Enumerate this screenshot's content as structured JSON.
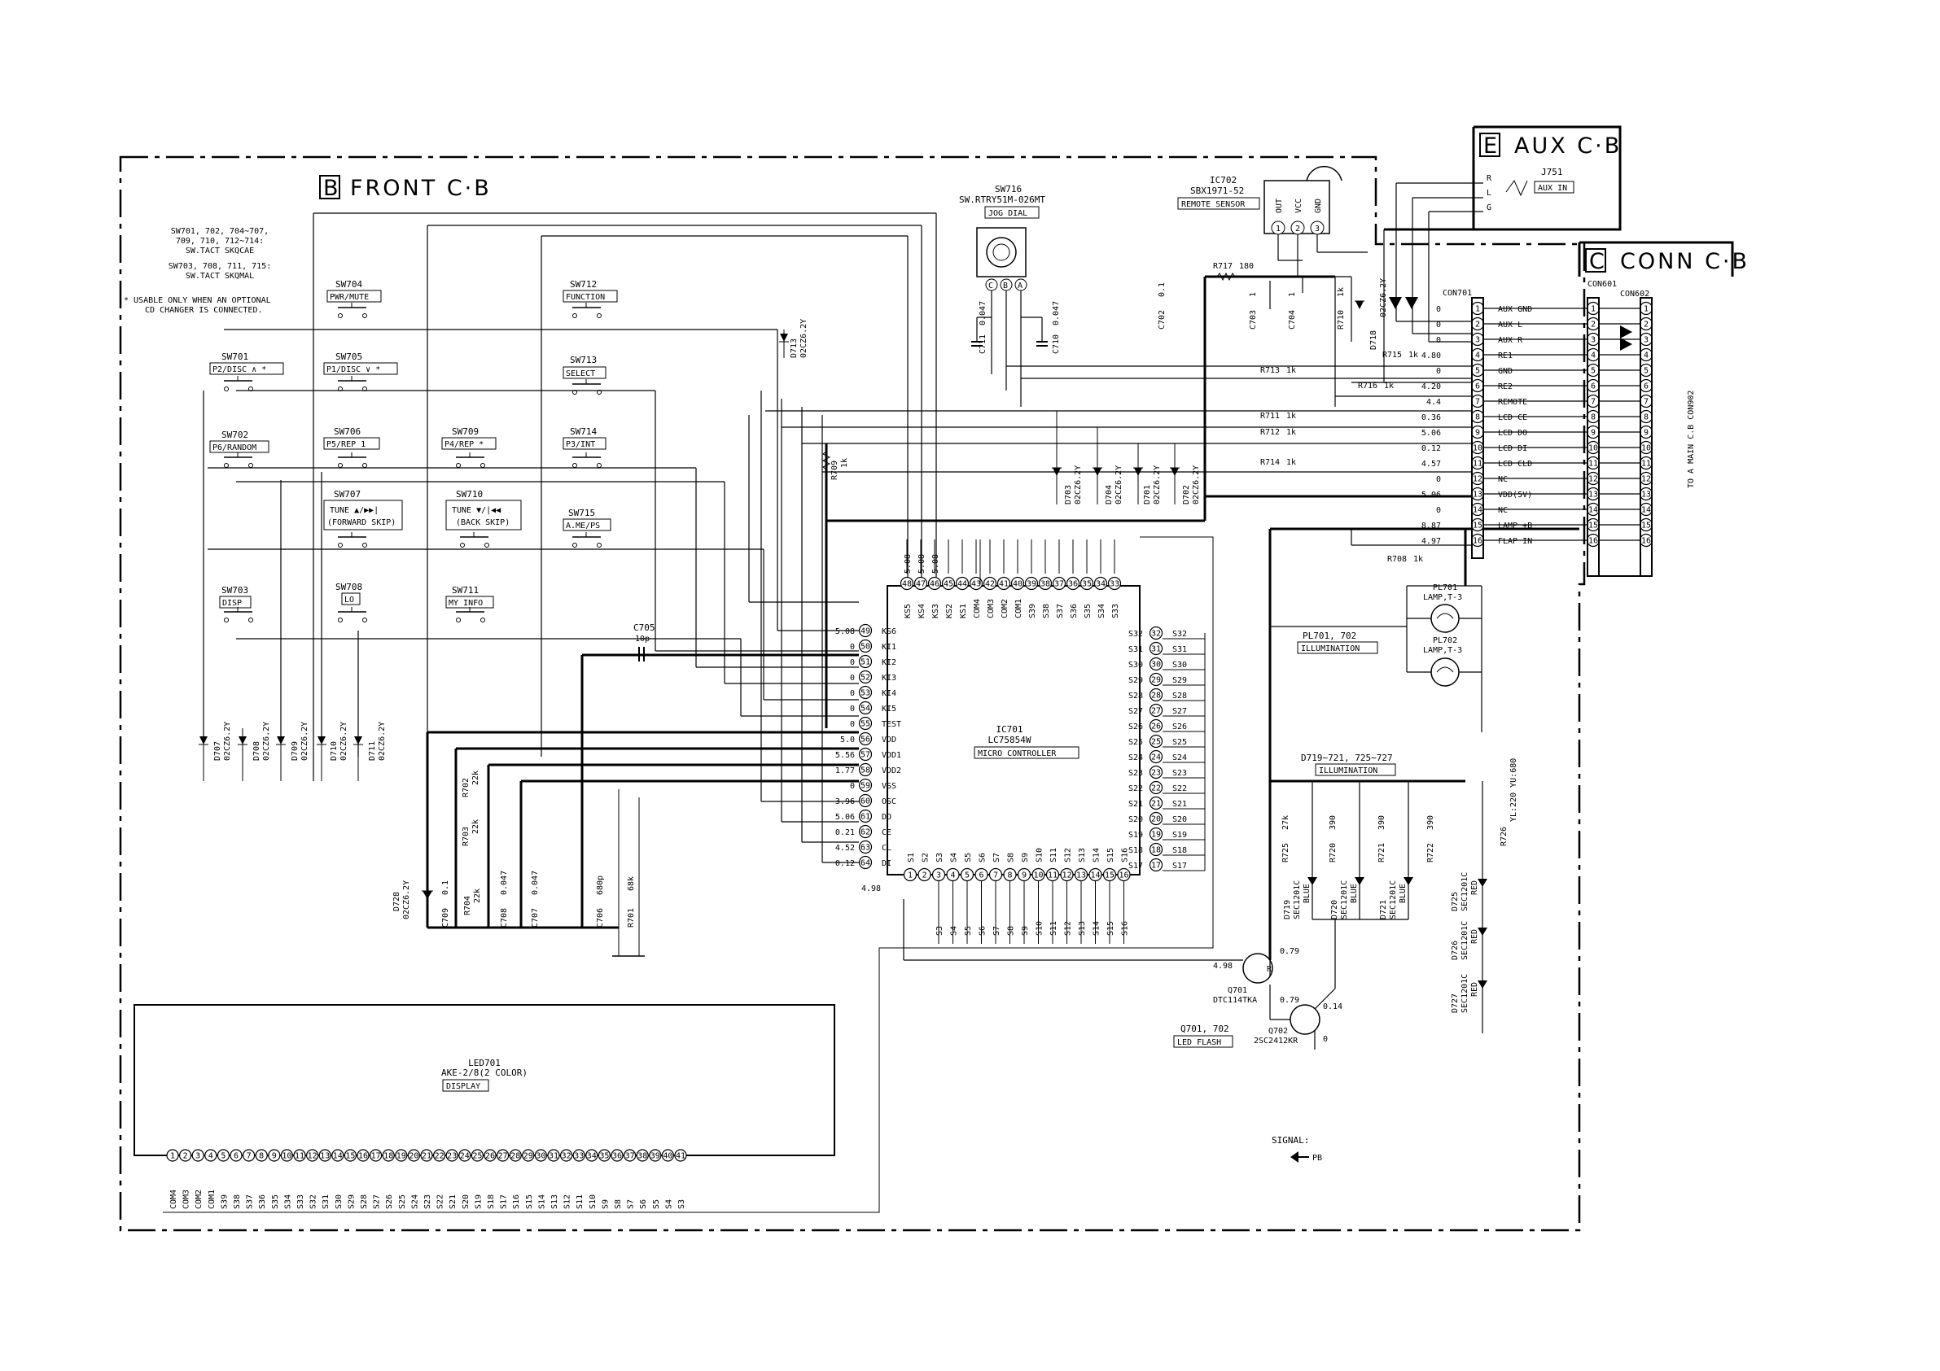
{
  "boards": {
    "front": {
      "letter": "B",
      "title": "FRONT C·B"
    },
    "aux": {
      "letter": "E",
      "title": "AUX C·B",
      "jack_ref": "J751",
      "jack_name": "AUX IN",
      "jack_pins": [
        "R",
        "L",
        "G"
      ]
    },
    "conn": {
      "letter": "C",
      "title": "CONN C·B",
      "con601": "CON601",
      "con602": "CON602",
      "to_label": "TO A MAIN C.B CON902"
    }
  },
  "notes": {
    "switch_note": [
      "SW701, 702, 704∼707,",
      "709, 710, 712∼714:",
      "SW.TACT SKQCAE",
      "SW703, 708, 711, 715:",
      "SW.TACT SKQMAL"
    ],
    "cd_note": [
      "* USABLE ONLY WHEN AN OPTIONAL",
      "CD CHANGER IS CONNECTED."
    ]
  },
  "switches": [
    {
      "ref": "SW704",
      "label": "PWR/MUTE"
    },
    {
      "ref": "SW712",
      "label": "FUNCTION"
    },
    {
      "ref": "SW701",
      "label": "P2/DISC ∧ *"
    },
    {
      "ref": "SW705",
      "label": "P1/DISC ∨ *"
    },
    {
      "ref": "SW713",
      "label": "SELECT"
    },
    {
      "ref": "SW702",
      "label": "P6/RANDOM"
    },
    {
      "ref": "SW706",
      "label": "P5/REP 1"
    },
    {
      "ref": "SW709",
      "label": "P4/REP *"
    },
    {
      "ref": "SW714",
      "label": "P3/INT"
    },
    {
      "ref": "SW707",
      "label": "TUNE ▲/▶▶|",
      "sub": "(FORWARD SKIP)"
    },
    {
      "ref": "SW710",
      "label": "TUNE ▼/|◀◀",
      "sub": "(BACK SKIP)"
    },
    {
      "ref": "SW715",
      "label": "A.ME/PS"
    },
    {
      "ref": "SW703",
      "label": "DISP"
    },
    {
      "ref": "SW708",
      "label": "LO"
    },
    {
      "ref": "SW711",
      "label": "MY INFO"
    }
  ],
  "jog": {
    "ref": "SW716",
    "part": "SW.RTRY51M-026MT",
    "name": "JOG DIAL",
    "pins": [
      "C",
      "B",
      "A"
    ]
  },
  "sensor": {
    "ref": "IC702",
    "part": "SBX1971-52",
    "name": "REMOTE SENSOR",
    "pins": [
      "OUT",
      "VCC",
      "GND"
    ],
    "pin_nums": [
      "1",
      "2",
      "3"
    ]
  },
  "ic": {
    "ref": "IC701",
    "part": "LC75854W",
    "name": "MICRO CONTROLLER",
    "top_pins": [
      {
        "n": "48",
        "s": "KS5",
        "v": "5.08"
      },
      {
        "n": "47",
        "s": "KS4",
        "v": "5.08"
      },
      {
        "n": "46",
        "s": "KS3",
        "v": "5.08"
      },
      {
        "n": "45",
        "s": "KS2",
        "v": ""
      },
      {
        "n": "44",
        "s": "KS1",
        "v": ""
      },
      {
        "n": "43",
        "s": "COM4",
        "v": ""
      },
      {
        "n": "42",
        "s": "COM3",
        "v": ""
      },
      {
        "n": "41",
        "s": "COM2",
        "v": ""
      },
      {
        "n": "40",
        "s": "COM1",
        "v": ""
      },
      {
        "n": "39",
        "s": "S39",
        "v": ""
      },
      {
        "n": "38",
        "s": "S38",
        "v": ""
      },
      {
        "n": "37",
        "s": "S37",
        "v": ""
      },
      {
        "n": "36",
        "s": "S36",
        "v": ""
      },
      {
        "n": "35",
        "s": "S35",
        "v": ""
      },
      {
        "n": "34",
        "s": "S34",
        "v": ""
      },
      {
        "n": "33",
        "s": "S33",
        "v": ""
      }
    ],
    "left_pins": [
      {
        "n": "49",
        "s": "KS6",
        "v": "5.08"
      },
      {
        "n": "50",
        "s": "KI1",
        "v": "0"
      },
      {
        "n": "51",
        "s": "KI2",
        "v": "0"
      },
      {
        "n": "52",
        "s": "KI3",
        "v": "0"
      },
      {
        "n": "53",
        "s": "KI4",
        "v": "0"
      },
      {
        "n": "54",
        "s": "KI5",
        "v": "0"
      },
      {
        "n": "55",
        "s": "TEST",
        "v": "0"
      },
      {
        "n": "56",
        "s": "VDD",
        "v": "5.0"
      },
      {
        "n": "57",
        "s": "VDD1",
        "v": "5.56"
      },
      {
        "n": "58",
        "s": "VDD2",
        "v": "1.77"
      },
      {
        "n": "59",
        "s": "VSS",
        "v": "0"
      },
      {
        "n": "60",
        "s": "OSC",
        "v": "3.96"
      },
      {
        "n": "61",
        "s": "DO",
        "v": "5.06"
      },
      {
        "n": "62",
        "s": "CE",
        "v": "0.21"
      },
      {
        "n": "63",
        "s": "CL",
        "v": "4.52"
      },
      {
        "n": "64",
        "s": "DI",
        "v": "0.12"
      }
    ],
    "right_pins": [
      {
        "n": "32",
        "s": "S32"
      },
      {
        "n": "31",
        "s": "S31"
      },
      {
        "n": "30",
        "s": "S30"
      },
      {
        "n": "29",
        "s": "S29"
      },
      {
        "n": "28",
        "s": "S28"
      },
      {
        "n": "27",
        "s": "S27"
      },
      {
        "n": "26",
        "s": "S26"
      },
      {
        "n": "25",
        "s": "S25"
      },
      {
        "n": "24",
        "s": "S24"
      },
      {
        "n": "23",
        "s": "S23"
      },
      {
        "n": "22",
        "s": "S22"
      },
      {
        "n": "21",
        "s": "S21"
      },
      {
        "n": "20",
        "s": "S20"
      },
      {
        "n": "19",
        "s": "S19"
      },
      {
        "n": "18",
        "s": "S18"
      },
      {
        "n": "17",
        "s": "S17"
      }
    ],
    "bottom_pins": [
      {
        "n": "1",
        "s": "S1"
      },
      {
        "n": "2",
        "s": "S2"
      },
      {
        "n": "3",
        "s": "S3"
      },
      {
        "n": "4",
        "s": "S4"
      },
      {
        "n": "5",
        "s": "S5"
      },
      {
        "n": "6",
        "s": "S6"
      },
      {
        "n": "7",
        "s": "S7"
      },
      {
        "n": "8",
        "s": "S8"
      },
      {
        "n": "9",
        "s": "S9"
      },
      {
        "n": "10",
        "s": "S10"
      },
      {
        "n": "11",
        "s": "S11"
      },
      {
        "n": "12",
        "s": "S12"
      },
      {
        "n": "13",
        "s": "S13"
      },
      {
        "n": "14",
        "s": "S14"
      },
      {
        "n": "15",
        "s": "S15"
      },
      {
        "n": "16",
        "s": "S16"
      }
    ],
    "pin1_voltage": "4.98"
  },
  "display": {
    "ref": "LED701",
    "part": "AKE-2/8(2 COLOR)",
    "name": "DISPLAY",
    "pins": [
      "1",
      "2",
      "3",
      "4",
      "5",
      "6",
      "7",
      "8",
      "9",
      "10",
      "11",
      "12",
      "13",
      "14",
      "15",
      "16",
      "17",
      "18",
      "19",
      "20",
      "21",
      "22",
      "23",
      "24",
      "25",
      "26",
      "27",
      "28",
      "29",
      "30",
      "31",
      "32",
      "33",
      "34",
      "35",
      "36",
      "37",
      "38",
      "39",
      "40",
      "41"
    ],
    "signals": [
      "COM4",
      "COM3",
      "COM2",
      "COM1",
      "S39",
      "S38",
      "S37",
      "S36",
      "S35",
      "S34",
      "S33",
      "S32",
      "S31",
      "S30",
      "S29",
      "S28",
      "S27",
      "S26",
      "S25",
      "S24",
      "S23",
      "S22",
      "S21",
      "S20",
      "S19",
      "S18",
      "S17",
      "S16",
      "S15",
      "S14",
      "S13",
      "S12",
      "S11",
      "S10",
      "S9",
      "S8",
      "S7",
      "S6",
      "S5",
      "S4",
      "S3"
    ]
  },
  "connector": {
    "ref": "CON701",
    "pins": [
      {
        "n": "1",
        "v": "0",
        "name": "AUX GND"
      },
      {
        "n": "2",
        "v": "0",
        "name": "AUX L"
      },
      {
        "n": "3",
        "v": "0",
        "name": "AUX R"
      },
      {
        "n": "4",
        "v": "4.80",
        "name": "RE1"
      },
      {
        "n": "5",
        "v": "0",
        "name": "GND"
      },
      {
        "n": "6",
        "v": "4.20",
        "name": "RE2"
      },
      {
        "n": "7",
        "v": "4.4",
        "name": "REMOTE"
      },
      {
        "n": "8",
        "v": "0.36",
        "name": "LCD CE"
      },
      {
        "n": "9",
        "v": "5.06",
        "name": "LCD DO"
      },
      {
        "n": "10",
        "v": "0.12",
        "name": "LCD DI"
      },
      {
        "n": "11",
        "v": "4.57",
        "name": "LCD CLD"
      },
      {
        "n": "12",
        "v": "0",
        "name": "NC"
      },
      {
        "n": "13",
        "v": "5.06",
        "name": "VDD(5V)"
      },
      {
        "n": "14",
        "v": "0",
        "name": "NC"
      },
      {
        "n": "15",
        "v": "8.87",
        "name": "LAMP +B"
      },
      {
        "n": "16",
        "v": "4.97",
        "name": "FLAP IN"
      }
    ]
  },
  "resistors": [
    {
      "ref": "R717",
      "val": "180"
    },
    {
      "ref": "R715",
      "val": "1k"
    },
    {
      "ref": "R713",
      "val": "1k"
    },
    {
      "ref": "R716",
      "val": "1k"
    },
    {
      "ref": "R711",
      "val": "1k"
    },
    {
      "ref": "R712",
      "val": "1k"
    },
    {
      "ref": "R714",
      "val": "1k"
    },
    {
      "ref": "R708",
      "val": "1k"
    },
    {
      "ref": "R710",
      "val": "1k"
    },
    {
      "ref": "R709",
      "val": "1k"
    },
    {
      "ref": "R702",
      "val": "22k"
    },
    {
      "ref": "R703",
      "val": "22k"
    },
    {
      "ref": "R704",
      "val": "22k"
    },
    {
      "ref": "R701",
      "val": "68k"
    },
    {
      "ref": "R725",
      "val": "27k"
    },
    {
      "ref": "R720",
      "val": "390"
    },
    {
      "ref": "R721",
      "val": "390"
    },
    {
      "ref": "R722",
      "val": "390"
    },
    {
      "ref": "R726",
      "val": "YL:220 YU:680"
    }
  ],
  "capacitors": [
    {
      "ref": "C702",
      "val": "0.1"
    },
    {
      "ref": "C703",
      "val": "1"
    },
    {
      "ref": "C704",
      "val": "1"
    },
    {
      "ref": "C711",
      "val": "0.047"
    },
    {
      "ref": "C710",
      "val": "0.047"
    },
    {
      "ref": "C705",
      "val": "10p"
    },
    {
      "ref": "C709",
      "val": "0.1"
    },
    {
      "ref": "C708",
      "val": "0.047"
    },
    {
      "ref": "C707",
      "val": "0.047"
    },
    {
      "ref": "C706",
      "val": "680p"
    }
  ],
  "diodes": {
    "zener_part": "02CZ6.2Y",
    "left_refs": [
      "D707",
      "D708",
      "D709",
      "D710",
      "D711"
    ],
    "mid_refs": [
      "D713",
      "D703",
      "D704",
      "D701",
      "D702"
    ],
    "d718": "D718",
    "d728": "D728",
    "led_group": "D719∼721, 725∼727",
    "led_name": "ILLUMINATION",
    "leds": [
      {
        "ref": "D719",
        "part": "SEC1201C",
        "color": "BLUE"
      },
      {
        "ref": "D720",
        "part": "SEC1201C",
        "color": "BLUE"
      },
      {
        "ref": "D721",
        "part": "SEC1201C",
        "color": "BLUE"
      },
      {
        "ref": "D725",
        "part": "SEC1201C",
        "color": "RED"
      },
      {
        "ref": "D726",
        "part": "SEC1201C",
        "color": "RED"
      },
      {
        "ref": "D727",
        "part": "SEC1201C",
        "color": "RED"
      }
    ]
  },
  "lamps": {
    "group": "PL701, 702",
    "name": "ILLUMINATION",
    "items": [
      {
        "ref": "PL701",
        "part": "LAMP,T-3"
      },
      {
        "ref": "PL702",
        "part": "LAMP,T-3"
      }
    ]
  },
  "transistors": {
    "q701": {
      "ref": "Q701",
      "part": "DTC114TKA",
      "v_b": "4.98",
      "v_c": "0.79",
      "v_e": "0.79"
    },
    "q702": {
      "ref": "Q702",
      "part": "2SC2412KR",
      "v_c": "0.14",
      "v_e": "0"
    },
    "group": "Q701, 702",
    "name": "LED FLASH"
  },
  "legend": {
    "title": "SIGNAL:",
    "pb": "PB"
  }
}
